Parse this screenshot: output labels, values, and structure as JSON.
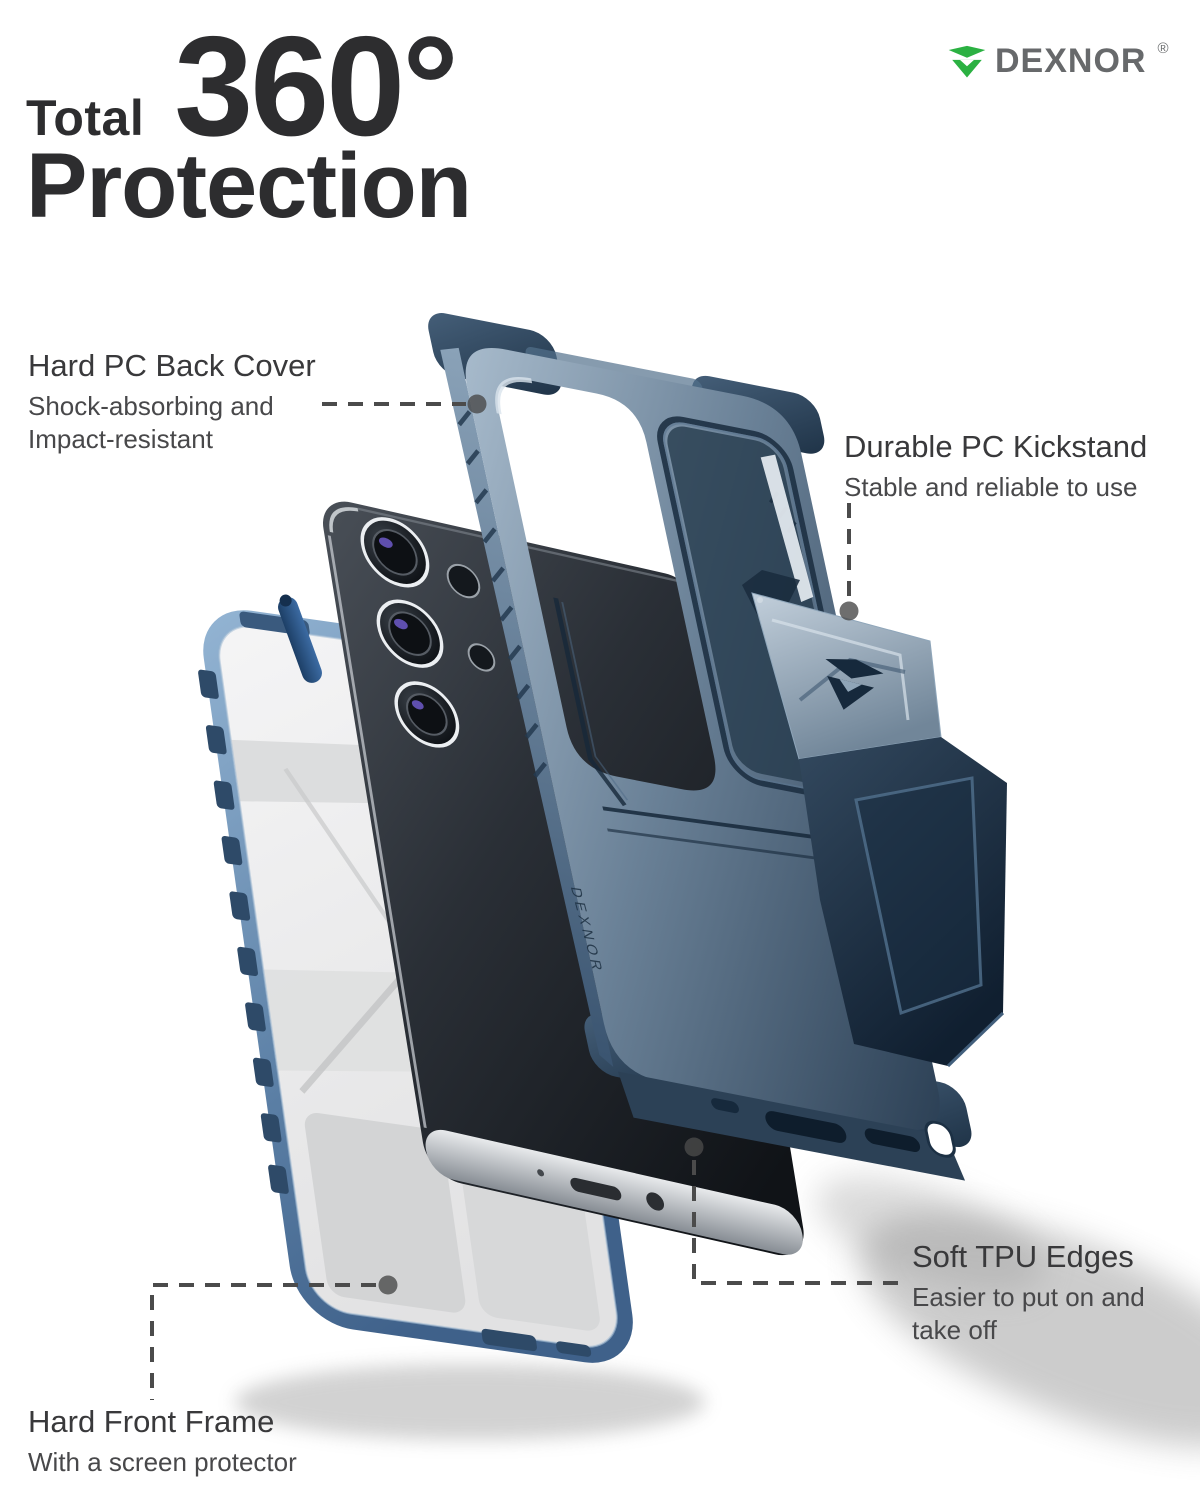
{
  "brand": {
    "name": "DEXNOR",
    "registered": "®"
  },
  "heading": {
    "small": "Total",
    "big": "360°",
    "line2": "Protection"
  },
  "callouts": {
    "back_cover": {
      "title": "Hard PC Back Cover",
      "line1": "Shock-absorbing and",
      "line2": "Impact-resistant"
    },
    "kickstand": {
      "title": "Durable PC Kickstand",
      "line1": "Stable and reliable to use"
    },
    "tpu_edges": {
      "title": "Soft TPU Edges",
      "line1": "Easier to put on and",
      "line2": "take off"
    },
    "front_frame": {
      "title": "Hard Front Frame",
      "line1": "With a screen protector"
    }
  },
  "colors": {
    "brand_green": "#2bb142",
    "brand_gray": "#67696b",
    "heading_text": "#2d2d2f",
    "callout_title": "#39393b",
    "callout_desc": "#48484a",
    "leader_line": "#4b4b4b",
    "case_blue_dark": "#2c3e52",
    "case_blue_light": "#9db0c2",
    "kickstand_face": "#9fb2c4",
    "phone_black": "#22262b",
    "frame_blue": "#5c80a6",
    "screen_gray": "#e9e9ea"
  }
}
